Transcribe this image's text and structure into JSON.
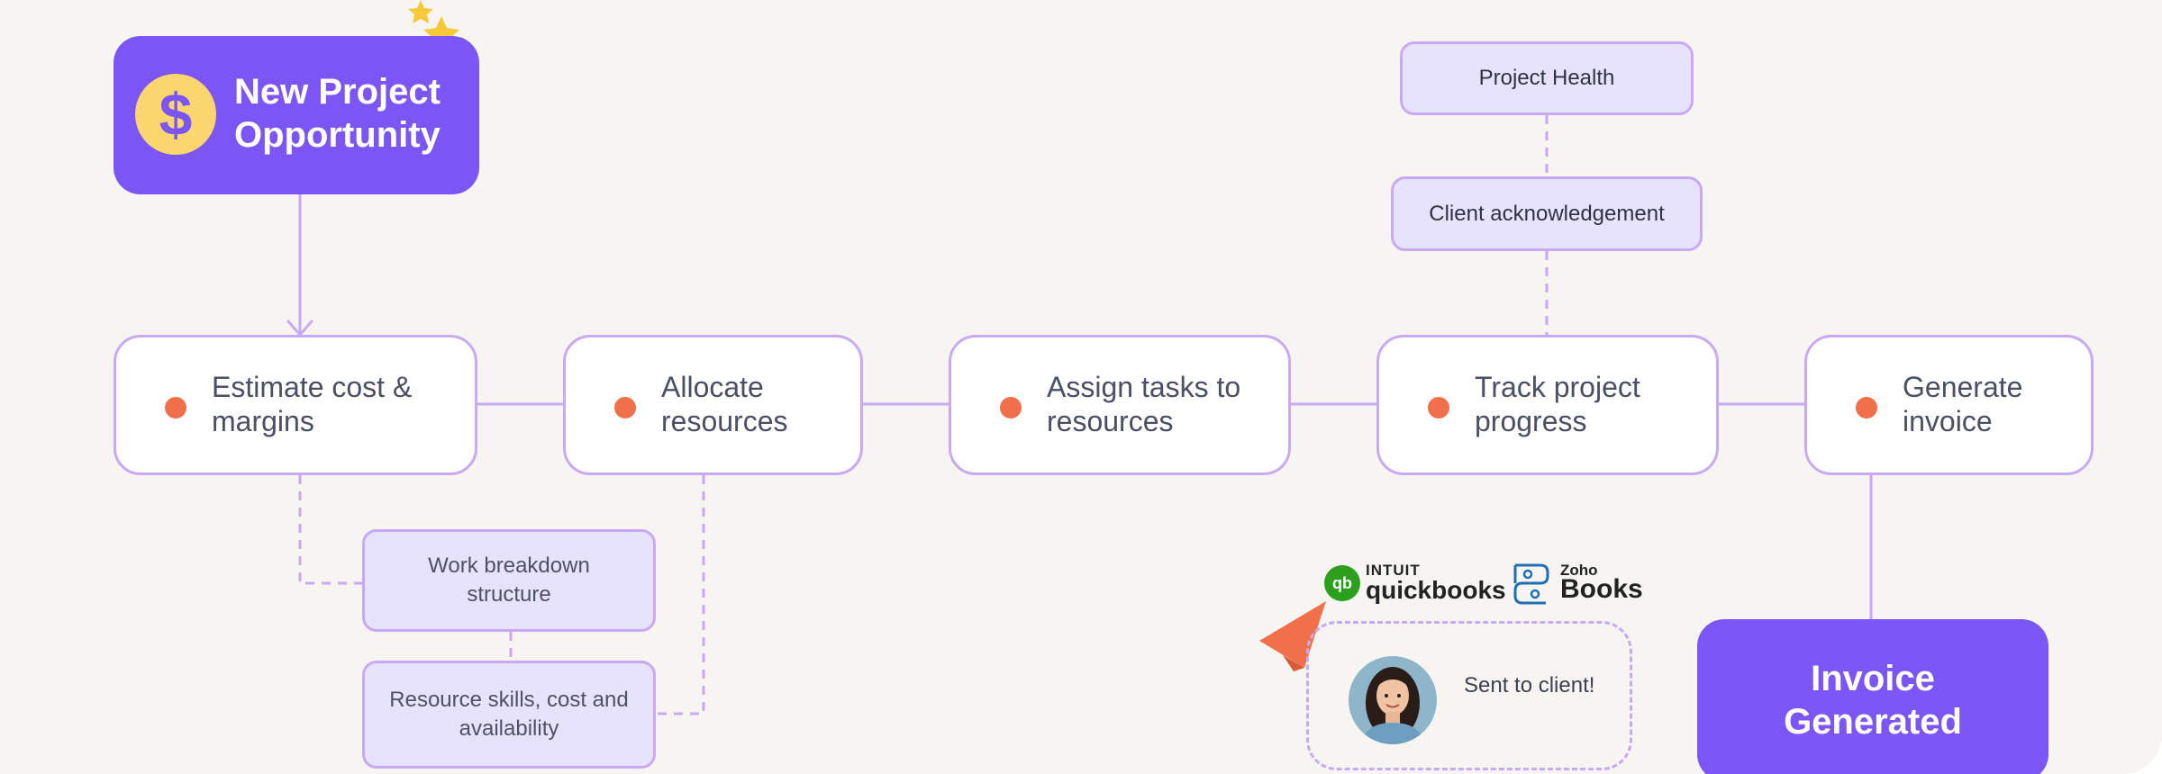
{
  "start": {
    "title": "New Project Opportunity",
    "icon": "dollar-coin-icon",
    "symbol": "$"
  },
  "steps": [
    {
      "label": "Estimate cost & margins"
    },
    {
      "label": "Allocate resources"
    },
    {
      "label": "Assign tasks to resources"
    },
    {
      "label": "Track project progress"
    },
    {
      "label": "Generate invoice"
    }
  ],
  "sub_items": {
    "work_breakdown": "Work breakdown structure",
    "resource_skills": "Resource skills, cost and availability",
    "project_health": "Project Health",
    "client_ack": "Client acknowledgement"
  },
  "integrations": {
    "quickbooks": {
      "top": "INTUIT",
      "bottom": "quickbooks",
      "mark": "qb"
    },
    "zoho": {
      "small": "Zoho",
      "big": "Books"
    }
  },
  "sent": {
    "text": "Sent to client!"
  },
  "end": {
    "title": "Invoice Generated"
  },
  "colors": {
    "accent": "#7b56f5",
    "border": "#c8a9f3",
    "pill_fill": "#e8e3fd",
    "dot": "#f0704a",
    "coin": "#fbd66e",
    "star": "#f7c83a",
    "send": "#f0704a"
  }
}
